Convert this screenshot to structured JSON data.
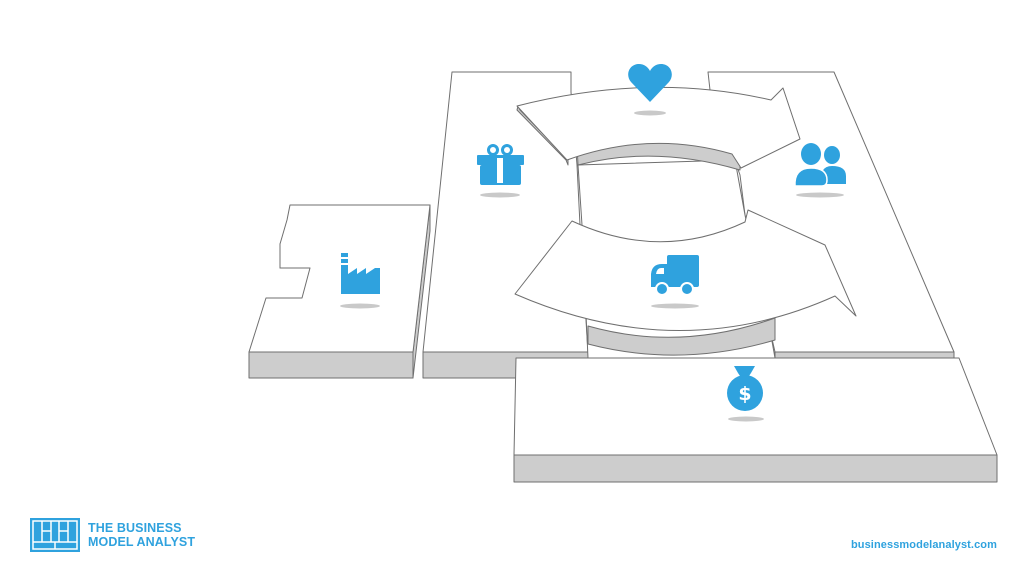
{
  "diagram": {
    "type": "business-model-canvas-3d",
    "blocks": [
      {
        "id": "key-activities",
        "icon": "factory-icon"
      },
      {
        "id": "value-proposition",
        "icon": "gift-icon"
      },
      {
        "id": "customer-relationships",
        "icon": "heart-icon"
      },
      {
        "id": "customer-segments",
        "icon": "users-icon"
      },
      {
        "id": "channels",
        "icon": "truck-icon"
      },
      {
        "id": "revenue-streams",
        "icon": "money-bag-icon"
      }
    ],
    "colors": {
      "icon": "#2fa2de",
      "block_top": "#ffffff",
      "block_side": "#cdcdcd",
      "outline": "#6f6f6f"
    }
  },
  "branding": {
    "line1": "THE BUSINESS",
    "line2": "MODEL ANALYST",
    "url": "businessmodelanalyst.com"
  }
}
